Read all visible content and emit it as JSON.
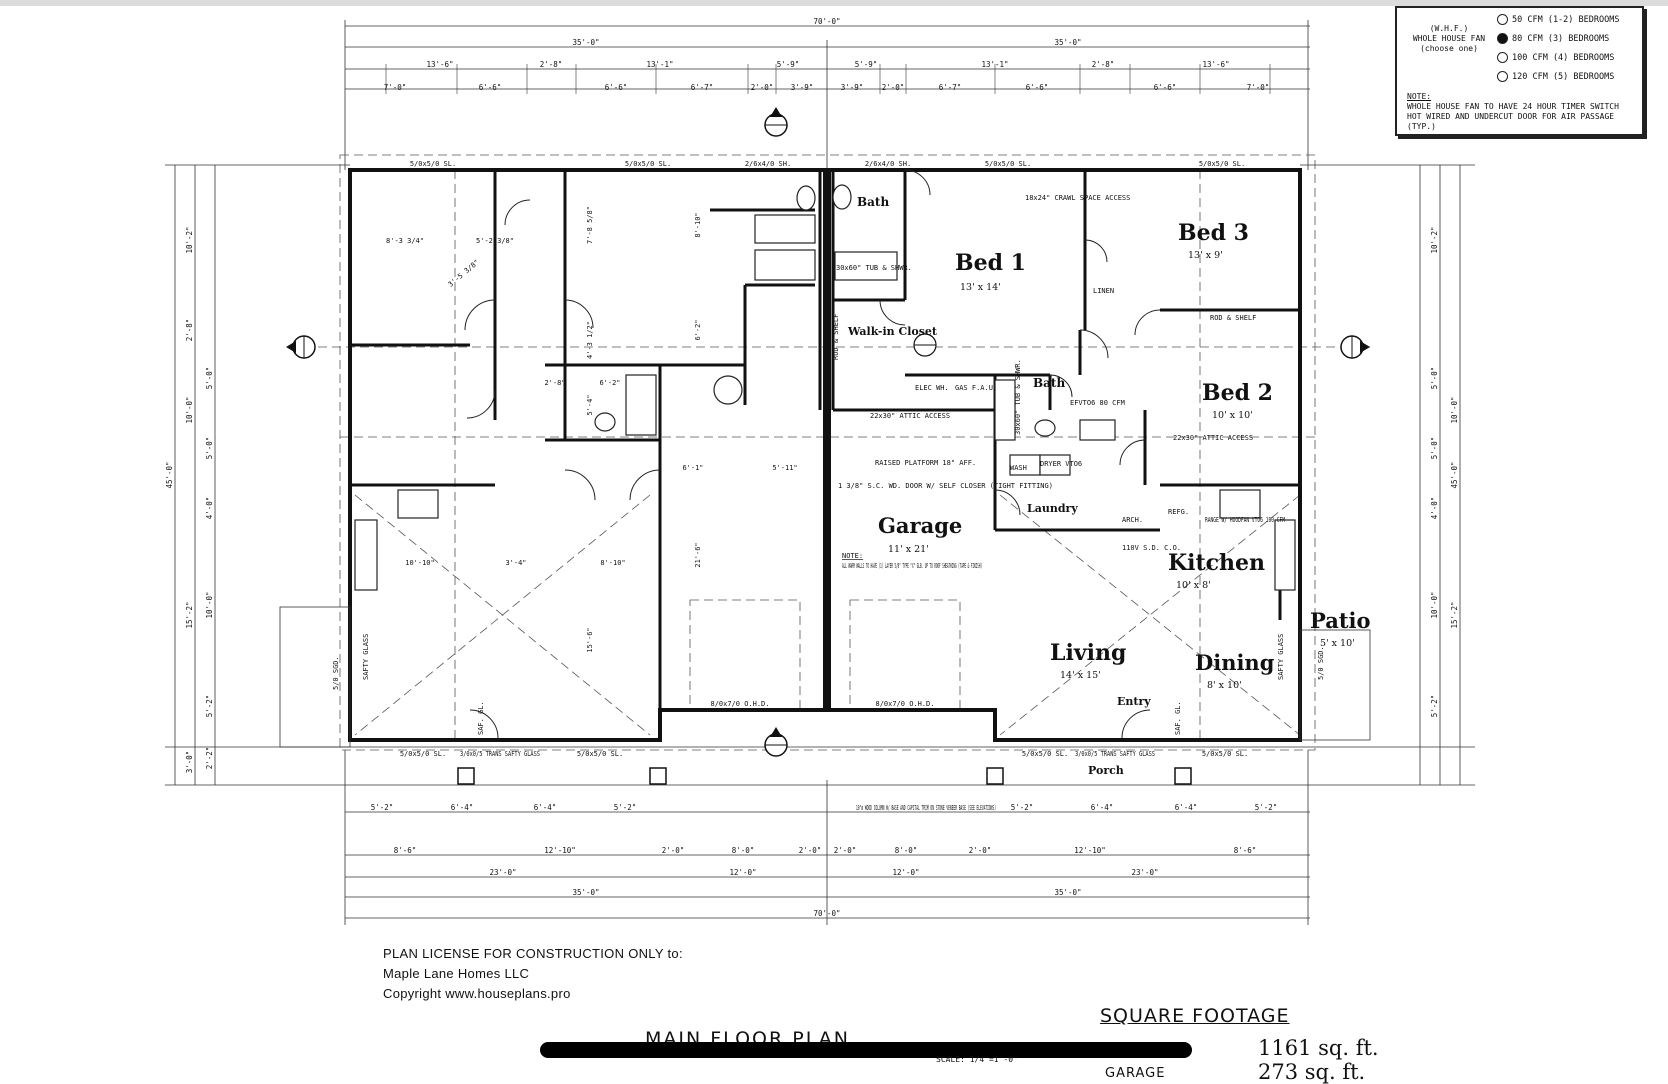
{
  "legend": {
    "whf_label": "(W.H.F.)\nWHOLE HOUSE FAN\n(choose one)",
    "options": [
      {
        "label": "50 CFM (1-2) BEDROOMS",
        "selected": false
      },
      {
        "label": "80 CFM (3) BEDROOMS",
        "selected": true
      },
      {
        "label": "100 CFM (4) BEDROOMS",
        "selected": false
      },
      {
        "label": "120 CFM (5) BEDROOMS",
        "selected": false
      }
    ],
    "note_heading": "NOTE:",
    "note_text": "WHOLE HOUSE FAN TO HAVE 24 HOUR TIMER SWITCH HOT WIRED AND UNDERCUT DOOR FOR AIR PASSAGE (TYP.)"
  },
  "credits": {
    "line1": "PLAN LICENSE FOR CONSTRUCTION ONLY to:",
    "line2": "Maple Lane Homes LLC",
    "line3": "Copyright www.houseplans.pro"
  },
  "footer": {
    "title": "MAIN FLOOR PLAN",
    "scale": "SCALE: 1/4\"=1'-0\"",
    "sqft_heading": "SQUARE FOOTAGE",
    "living_sqft": "1161 sq. ft.",
    "garage_label": "GARAGE",
    "garage_sqft": "273 sq. ft."
  },
  "rooms": [
    {
      "name": "Bed 1",
      "size": "13' x 14'"
    },
    {
      "name": "Bed 3",
      "size": "13' x 9'"
    },
    {
      "name": "Bed 2",
      "size": "10' x 10'"
    },
    {
      "name": "Bath",
      "size": ""
    },
    {
      "name": "Walk-in Closet",
      "size": ""
    },
    {
      "name": "Garage",
      "size": "11' x 21'"
    },
    {
      "name": "Kitchen",
      "size": "10' x 8'"
    },
    {
      "name": "Living",
      "size": "14' x 15'"
    },
    {
      "name": "Dining",
      "size": "8' x 10'"
    },
    {
      "name": "Patio",
      "size": "5' x 10'"
    },
    {
      "name": "Laundry",
      "size": ""
    },
    {
      "name": "Porch",
      "size": ""
    },
    {
      "name": "Entry",
      "size": ""
    }
  ],
  "dims_top": {
    "overall": "70'-0\"",
    "halves": [
      "35'-0\"",
      "35'-0\""
    ],
    "row2": [
      "13'-6\"",
      "2'-8\"",
      "13'-1\"",
      "5'-9\"",
      "5'-9\"",
      "13'-1\"",
      "2'-8\"",
      "13'-6\""
    ],
    "row3": [
      "7'-0\"",
      "6'-6\"",
      "6'-6\"",
      "6'-7\"",
      "2'-0\"",
      "3'-9\"",
      "3'-9\"",
      "2'-0\"",
      "6'-7\"",
      "6'-6\"",
      "6'-6\"",
      "7'-0\""
    ]
  },
  "dims_bottom": {
    "row1": [
      "5'-2\"",
      "6'-4\"",
      "6'-4\"",
      "5'-2\"",
      "5'-2\"",
      "6'-4\"",
      "6'-4\"",
      "5'-2\""
    ],
    "row2": [
      "8'-6\"",
      "12'-10\"",
      "2'-0\"",
      "8'-0\"",
      "2'-0\"",
      "2'-0\"",
      "8'-0\"",
      "2'-0\"",
      "12'-10\"",
      "8'-6\""
    ],
    "row3": [
      "23'-0\"",
      "12'-0\"",
      "12'-0\"",
      "23'-0\""
    ],
    "halves": [
      "35'-0\"",
      "35'-0\""
    ],
    "overall": "70'-0\""
  },
  "dims_side": {
    "overall": "45'-0\"",
    "left": [
      "10'-2\"",
      "2'-8\"",
      "5'-0\"",
      "10'-0\"",
      "5'-0\"",
      "4'-0\"",
      "10'-0\"",
      "15'-2\"",
      "5'-2\"",
      "2'-2\"",
      "3'-0\""
    ]
  },
  "windows": {
    "top": [
      "5/0x5/0 SL.",
      "5/0x5/0 SL.",
      "2/6x4/0 SH.",
      "2/6x4/0 SH.",
      "5/0x5/0 SL.",
      "5/0x5/0 SL."
    ],
    "bottom": [
      "5/0x5/0 SL.",
      "3/0x0/5 TRANS SAFTY GLASS",
      "5/0x5/0 SL.",
      "5/0x5/0 SL.",
      "3/0x0/5 TRANS SAFTY GLASS",
      "5/0x5/0 SL."
    ],
    "ohd": [
      "8/0x7/0 O.H.D.",
      "8/0x7/0 O.H.D."
    ]
  },
  "notes": {
    "crawl": "18x24\" CRAWL SPACE ACCESS",
    "tub": "30x60\" TUB & SHWR.",
    "tub2": "30x60\" TUB & SHWR.",
    "attic1": "22x30\" ATTIC ACCESS",
    "attic2": "22x30\" ATTIC ACCESS",
    "platform": "RAISED PLATFORM 18\" AFF.",
    "door": "1 3/8\" S.C. WD. DOOR W/ SELF CLOSER (TIGHT FITTING)",
    "garage_note_h": "NOTE:",
    "garage_note": "ALL WARM WALLS TO HAVE (1) LAYER 5/8\" TYPE \"X\" GLB. UP TO ROOF SHEATHING (TAPE & FINISH)",
    "column": "10\"ø WOOD COLUMN W/ BASE AND CAPITAL TRIM ON STONE VENEER BASE (SEE ELEVATIONS)",
    "range": "RANGE W/ HOODFAN VTO6 100 CFM",
    "rod": "ROD & SHELF",
    "rod2": "ROD & SHELF",
    "linen": "LINEN",
    "elec": "ELEC WH.",
    "gas": "GAS F.A.U.",
    "wash": "WASH",
    "dryer": "DRYER VTO6",
    "refg": "REFG.",
    "arch": "ARCH.",
    "smoke": "110V S.D. C.O.",
    "efvto": "EFVTO6 80 CFM",
    "safty": "SAFTY GLASS",
    "sgd": "5/0 SGD.",
    "sgd2": "5/0 SGD.",
    "safgl": "SAF. GL."
  },
  "left_unit_dims": [
    "8'-3 3/4\"",
    "5'-2 3/8\"",
    "3'-5 3/8\"",
    "7'-8 5/8\"",
    "8'-10\"",
    "6'-2\"",
    "2'-8\"",
    "6'-2\"",
    "4'-3 1/2\"",
    "5'-4\"",
    "6'-1\"",
    "5'-11\"",
    "10'-10\"",
    "3'-4\"",
    "8'-10\"",
    "15'-6\"",
    "21'-6\""
  ]
}
